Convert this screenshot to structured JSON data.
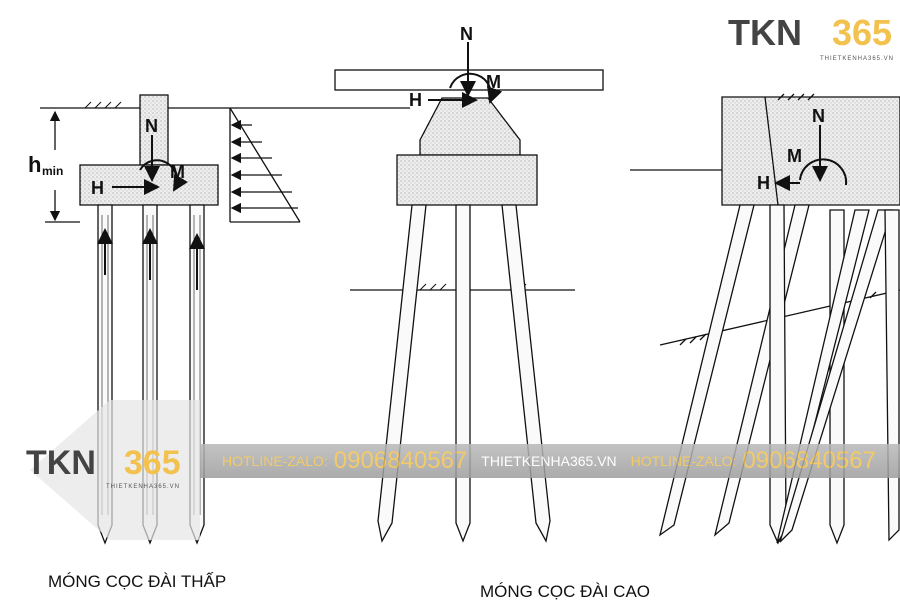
{
  "diagram": {
    "left": {
      "labels": {
        "N": "N",
        "M": "M",
        "H": "H",
        "h": "h",
        "h_sub": "min"
      },
      "caption": "MÓNG CỌC ĐÀI THẤP"
    },
    "middle": {
      "labels": {
        "N": "N",
        "M": "M",
        "H": "H"
      },
      "caption": "MÓNG CỌC ĐÀI CAO"
    },
    "right": {
      "labels": {
        "N": "N",
        "M": "M",
        "H": "H"
      }
    }
  },
  "watermark": {
    "logo_tkn": "TKN",
    "logo_365": "365",
    "logo_site": "THIETKENHA365.VN",
    "hotline_label": "HOTLINE-ZALO:",
    "hotline_number": "0906840567",
    "site": "THIETKENHA365.VN",
    "hotline_label_2": "HOTLINE-ZALO:",
    "hotline_number_2": "0906840567",
    "brand_color": "#f2c14e"
  }
}
